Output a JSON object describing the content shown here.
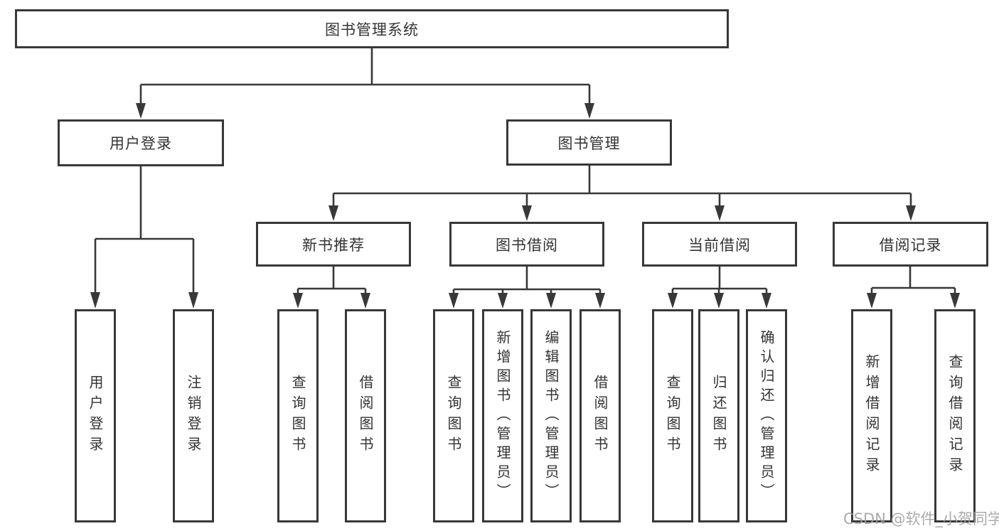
{
  "diagram": {
    "title": "图书管理系统",
    "nodes": {
      "root": "图书管理系统",
      "level2": [
        "用户登录",
        "图书管理"
      ],
      "level3": [
        "新书推荐",
        "图书借阅",
        "当前借阅",
        "借阅记录"
      ],
      "leaves_user_login": [
        "用户登录",
        "注销登录"
      ],
      "leaves_new_book": [
        "查询图书",
        "借阅图书"
      ],
      "leaves_book_borrow": [
        "查询图书",
        "新增图书（管理员）",
        "编辑图书（管理员）",
        "借阅图书"
      ],
      "leaves_current_borrow": [
        "查询图书",
        "归还图书",
        "确认归还（管理员）"
      ],
      "leaves_borrow_record": [
        "新增借阅记录",
        "查询借阅记录"
      ]
    }
  },
  "watermark": "CSDN @软件_小贺同学",
  "colors": {
    "line": "#383838",
    "text": "#333333",
    "watermark": "#9e9e9e",
    "background": "#ffffff"
  }
}
